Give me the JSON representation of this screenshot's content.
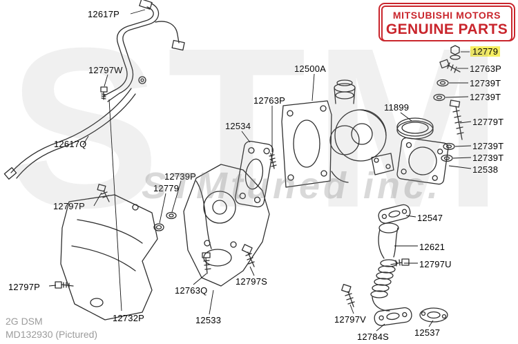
{
  "colors": {
    "brand_red": "#c9252c",
    "highlight_yellow": "#f6ef60",
    "footer_gray": "#9b9b9b"
  },
  "logo": {
    "line1": "MITSUBISHI MOTORS",
    "line2": "GENUINE PARTS"
  },
  "watermark": {
    "big": "STM",
    "small": "STMtuned inc."
  },
  "footer": {
    "line1": "2G DSM",
    "line2": "MD132930 (Pictured)"
  },
  "labels": [
    {
      "text": "12617P"
    },
    {
      "text": "12797W"
    },
    {
      "text": "12617Q"
    },
    {
      "text": "12534"
    },
    {
      "text": "12763P"
    },
    {
      "text": "12500A"
    },
    {
      "text": "11899"
    },
    {
      "text": "12779",
      "highlighted": true
    },
    {
      "text": "12763P"
    },
    {
      "text": "12739T"
    },
    {
      "text": "12739T"
    },
    {
      "text": "12779T"
    },
    {
      "text": "12739T"
    },
    {
      "text": "12739T"
    },
    {
      "text": "12538"
    },
    {
      "text": "12739P"
    },
    {
      "text": "12779"
    },
    {
      "text": "12797P"
    },
    {
      "text": "12547"
    },
    {
      "text": "12621"
    },
    {
      "text": "12797U"
    },
    {
      "text": "12797P"
    },
    {
      "text": "12732P"
    },
    {
      "text": "12763Q"
    },
    {
      "text": "12533"
    },
    {
      "text": "12797S"
    },
    {
      "text": "12797V"
    },
    {
      "text": "12784S"
    },
    {
      "text": "12537"
    }
  ]
}
